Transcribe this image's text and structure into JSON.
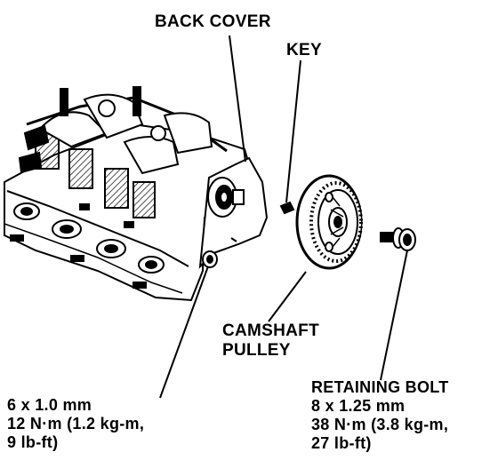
{
  "labels": {
    "back_cover": "BACK COVER",
    "key": "KEY",
    "camshaft_pulley": [
      "CAMSHAFT",
      "PULLEY"
    ],
    "cover_bolt": [
      "6 x 1.0 mm",
      "12 N·m (1.2 kg-m,",
      "9 lb-ft)"
    ],
    "retaining_bolt": [
      "RETAINING BOLT",
      "8 x 1.25 mm",
      "38 N·m (3.8 kg-m,",
      "27 lb-ft)"
    ]
  },
  "colors": {
    "ink": "#000000",
    "paper": "#ffffff"
  }
}
